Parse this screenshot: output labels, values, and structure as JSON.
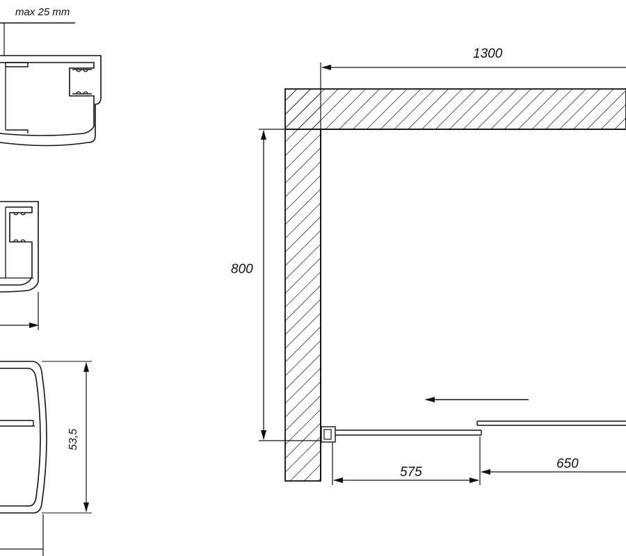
{
  "profiles": {
    "wall_adjust_label": "max 25 mm",
    "profile_depth_label": "53,5"
  },
  "plan": {
    "width_label": "1300",
    "depth_label": "800",
    "fixed_panel_label": "575",
    "door_label": "650"
  },
  "colors": {
    "ink": "#111111",
    "background": "#ffffff"
  }
}
